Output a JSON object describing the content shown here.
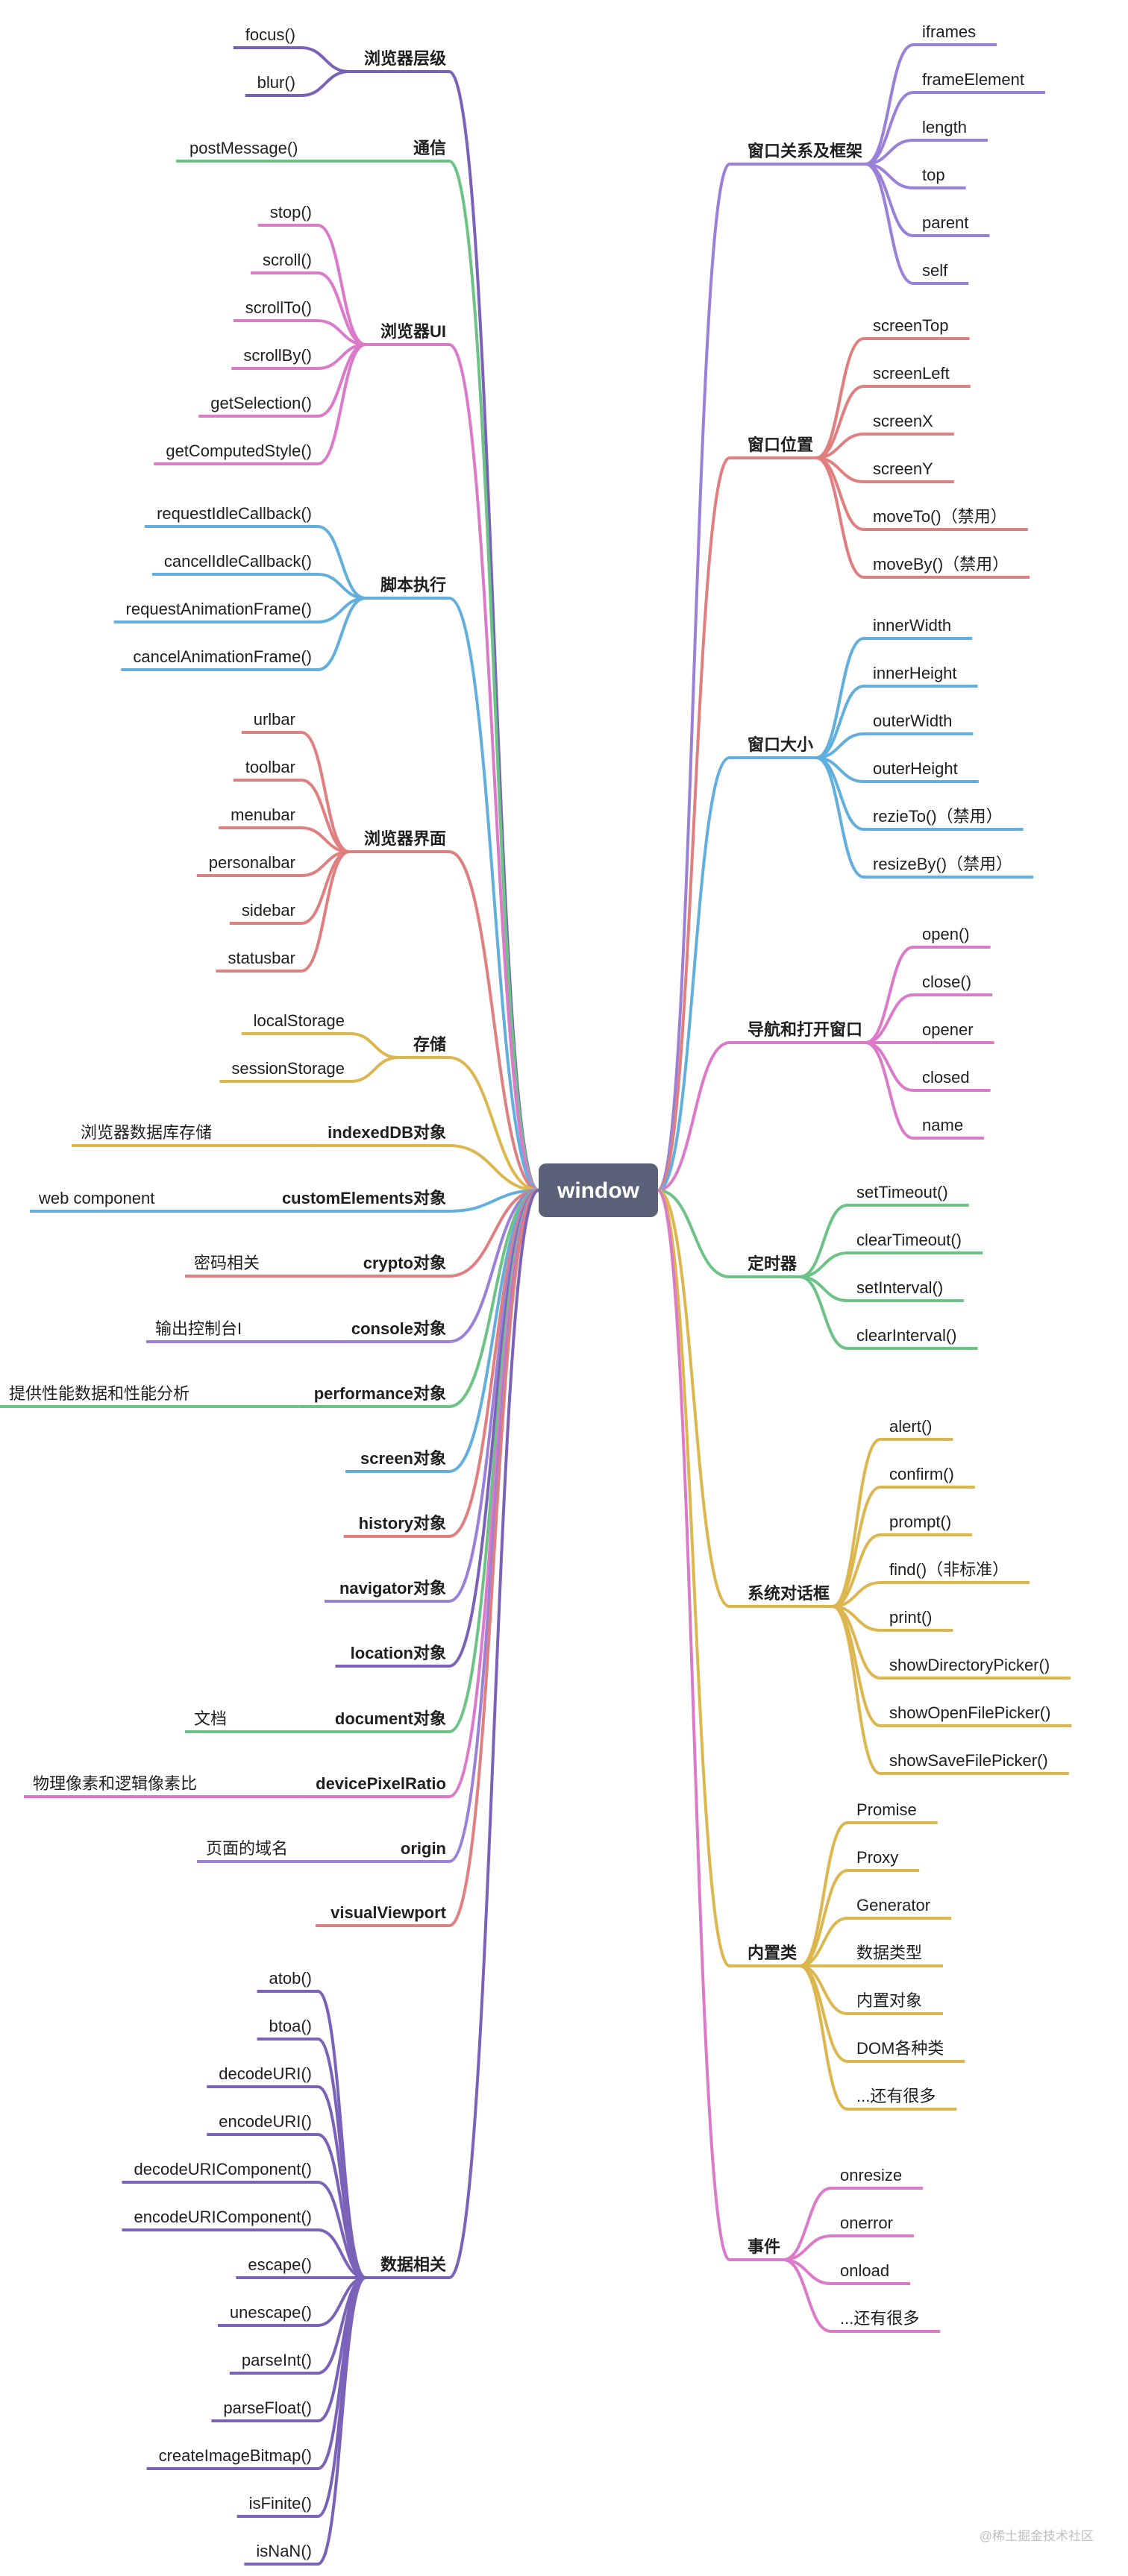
{
  "root": "window",
  "watermark": "@稀土掘金技术社区",
  "colors": {
    "purple": "#9b80d8",
    "red": "#e07f7f",
    "blue": "#62aedc",
    "pink": "#db7ac8",
    "green": "#6dc386",
    "yellow": "#dcb64f",
    "deep_purple": "#7a62b8",
    "root_bg": "#5b6178"
  },
  "left": [
    {
      "label": "浏览器层级",
      "color": "deep_purple",
      "children": [
        "focus()",
        "blur()"
      ]
    },
    {
      "label": "通信",
      "color": "green",
      "children": [
        "postMessage()"
      ]
    },
    {
      "label": "浏览器UI",
      "color": "pink",
      "children": [
        "stop()",
        "scroll()",
        "scrollTo()",
        "scrollBy()",
        "getSelection()",
        "getComputedStyle()"
      ]
    },
    {
      "label": "脚本执行",
      "color": "blue",
      "children": [
        "requestIdleCallback()",
        "cancelIdleCallback()",
        "requestAnimationFrame()",
        "cancelAnimationFrame()"
      ]
    },
    {
      "label": "浏览器界面",
      "color": "red",
      "children": [
        "urlbar",
        "toolbar",
        "menubar",
        "personalbar",
        "sidebar",
        "statusbar"
      ]
    },
    {
      "label": "存储",
      "color": "yellow",
      "children": [
        "localStorage",
        "sessionStorage"
      ]
    },
    {
      "label": "indexedDB对象",
      "color": "yellow",
      "children": [
        "浏览器数据库存储"
      ]
    },
    {
      "label": "customElements对象",
      "color": "blue",
      "children": [
        "web component"
      ]
    },
    {
      "label": "crypto对象",
      "color": "red",
      "children": [
        "密码相关"
      ]
    },
    {
      "label": "console对象",
      "color": "purple",
      "children": [
        "输出控制台I"
      ]
    },
    {
      "label": "performance对象",
      "color": "green",
      "children": [
        "提供性能数据和性能分析"
      ]
    },
    {
      "label": "screen对象",
      "color": "blue",
      "children": []
    },
    {
      "label": "history对象",
      "color": "red",
      "children": []
    },
    {
      "label": "navigator对象",
      "color": "purple",
      "children": []
    },
    {
      "label": "location对象",
      "color": "deep_purple",
      "children": []
    },
    {
      "label": "document对象",
      "color": "green",
      "children": [
        "文档"
      ]
    },
    {
      "label": "devicePixelRatio",
      "color": "pink",
      "children": [
        "物理像素和逻辑像素比"
      ]
    },
    {
      "label": "origin",
      "color": "purple",
      "children": [
        "页面的域名"
      ]
    },
    {
      "label": "visualViewport",
      "color": "red",
      "children": []
    },
    {
      "label": "数据相关",
      "color": "deep_purple",
      "children": [
        "atob()",
        "btoa()",
        "decodeURI()",
        "encodeURI()",
        "decodeURIComponent()",
        "encodeURIComponent()",
        "escape()",
        "unescape()",
        "parseInt()",
        "parseFloat()",
        "createImageBitmap()",
        "isFinite()",
        "isNaN()"
      ]
    }
  ],
  "right": [
    {
      "label": "窗口关系及框架",
      "color": "purple",
      "children": [
        "iframes",
        "frameElement",
        "length",
        "top",
        "parent",
        "self"
      ]
    },
    {
      "label": "窗口位置",
      "color": "red",
      "children": [
        "screenTop",
        "screenLeft",
        "screenX",
        "screenY",
        "moveTo()（禁用）",
        "moveBy()（禁用）"
      ]
    },
    {
      "label": "窗口大小",
      "color": "blue",
      "children": [
        "innerWidth",
        "innerHeight",
        "outerWidth",
        "outerHeight",
        "rezieTo()（禁用）",
        "resizeBy()（禁用）"
      ]
    },
    {
      "label": "导航和打开窗口",
      "color": "pink",
      "children": [
        "open()",
        "close()",
        "opener",
        "closed",
        "name"
      ]
    },
    {
      "label": "定时器",
      "color": "green",
      "children": [
        "setTimeout()",
        "clearTimeout()",
        "setInterval()",
        "clearInterval()"
      ]
    },
    {
      "label": "系统对话框",
      "color": "yellow",
      "children": [
        "alert()",
        "confirm()",
        "prompt()",
        "find()（非标准）",
        "print()",
        "showDirectoryPicker()",
        "showOpenFilePicker()",
        "showSaveFilePicker()"
      ]
    },
    {
      "label": "内置类",
      "color": "yellow",
      "children": [
        "Promise",
        "Proxy",
        "Generator",
        "数据类型",
        "内置对象",
        "DOM各种类",
        "...还有很多"
      ]
    },
    {
      "label": "事件",
      "color": "pink",
      "children": [
        "onresize",
        "onerror",
        "onload",
        "...还有很多"
      ]
    }
  ]
}
